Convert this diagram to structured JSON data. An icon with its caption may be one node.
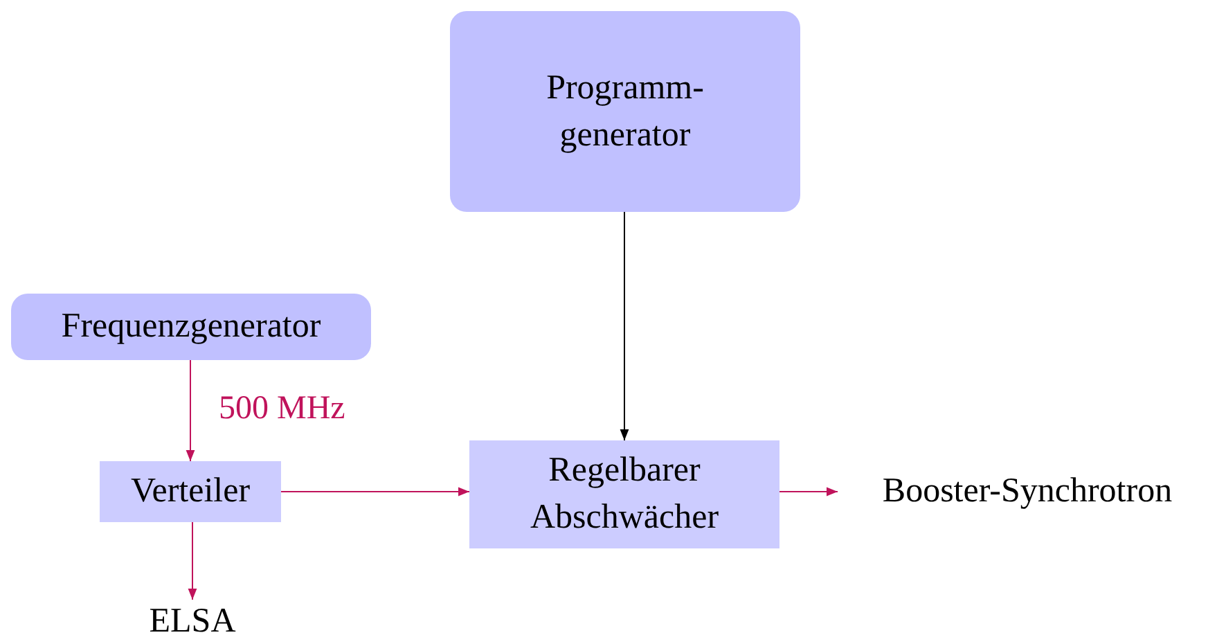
{
  "diagram": {
    "nodes": [
      {
        "text": [
          "Programm- generator"
        ]
      },
      {
        "text": [
          "Frequenzgenerator"
        ]
      },
      {
        "text": [
          "Verteiler"
        ]
      },
      {
        "text": [
          "Regelbarer Abschwächer"
        ]
      },
      {
        "text": [
          "Booster-Synchrotron"
        ]
      },
      {
        "text": [
          "ELSA"
        ]
      }
    ],
    "edges": [
      {
        "from": 0,
        "to": 3,
        "arrow": "to",
        "color": "#000000"
      },
      {
        "from": 1,
        "to": 2,
        "arrow": "to",
        "label": "500 MHz"
      },
      {
        "from": 2,
        "to": 3,
        "arrow": "to"
      },
      {
        "from": 3,
        "to": 4,
        "arrow": "to"
      },
      {
        "from": 2,
        "to": 5,
        "arrow": "to"
      }
    ]
  }
}
